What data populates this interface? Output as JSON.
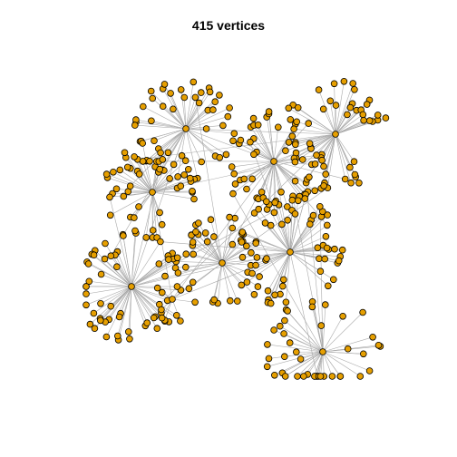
{
  "title": "415 vertices",
  "graph": {
    "vertex_count": 415,
    "vertex_fill": "#E69F00",
    "vertex_stroke": "#000000",
    "edge_color": "#AAAAAA",
    "directed": true,
    "hub_count": 9
  }
}
